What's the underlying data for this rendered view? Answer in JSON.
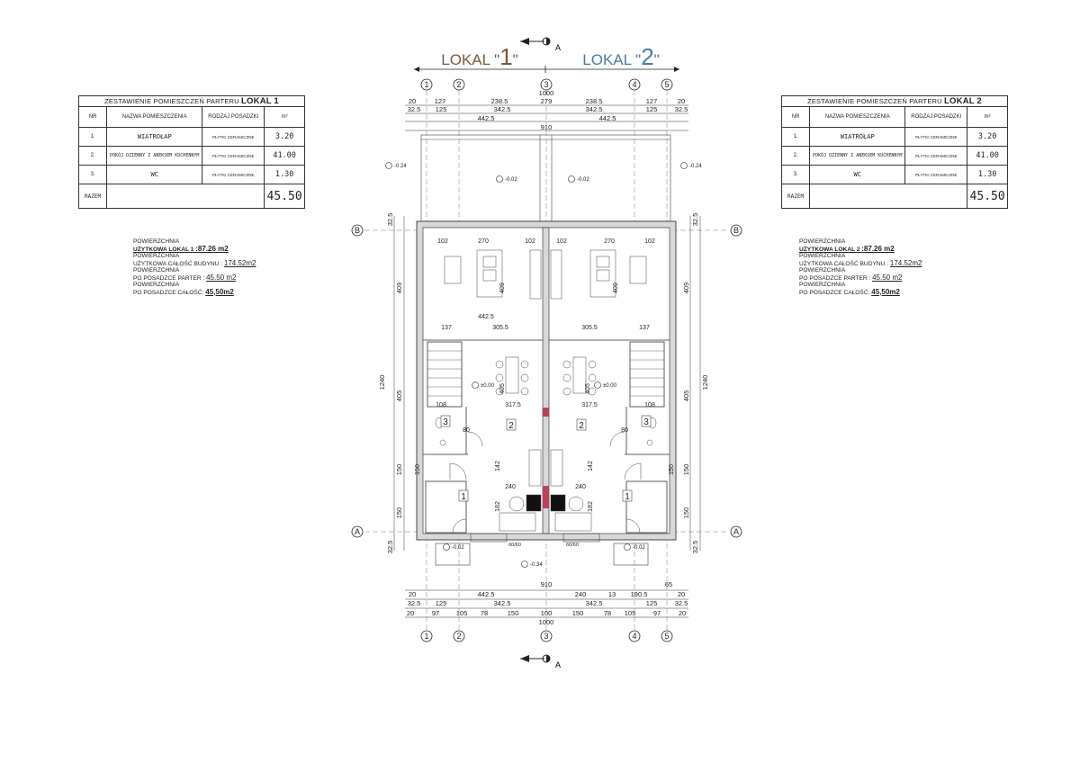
{
  "lokal_titles": {
    "l1_prefix": "LOKAL \"",
    "l1_num": "1",
    "l1_suffix": "\"",
    "l2_prefix": "LOKAL \"",
    "l2_num": "2",
    "l2_suffix": "\"",
    "section_mark": "A"
  },
  "tables": [
    {
      "title_prefix": "ZESTAWIENIE POMIESZCZEŃ PARTERU ",
      "title_bold": "LOKAL 1",
      "headers": [
        "NR",
        "NAZWA POMIESZCZENIA",
        "RODZAJ POSADZKI",
        "m²"
      ],
      "rows": [
        {
          "nr": "1.",
          "name": "WIATROŁAP",
          "floor": "PŁYTKI CERAMICZNE",
          "area": "3.20"
        },
        {
          "nr": "2.",
          "name": "POKÓJ DZIENNY Z ANEKSEM KUCHENNYM",
          "floor": "PŁYTKI CERAMICZNE",
          "area": "41.00"
        },
        {
          "nr": "3.",
          "name": "WC",
          "floor": "PŁYTKI CERAMICZNE",
          "area": "1.30"
        }
      ],
      "total_label": "RAZEM",
      "total": "45.50"
    },
    {
      "title_prefix": "ZESTAWIENIE POMIESZCZEŃ PARTERU ",
      "title_bold": "LOKAL 2",
      "headers": [
        "NR",
        "NAZWA POMIESZCZENIA",
        "RODZAJ POSADZKI",
        "m²"
      ],
      "rows": [
        {
          "nr": "1.",
          "name": "WIATROŁAP",
          "floor": "PŁYTKI CERAMICZNE",
          "area": "3.20"
        },
        {
          "nr": "2.",
          "name": "POKÓJ DZIENNY Z ANEKSEM KUCHENNYM",
          "floor": "PŁYTKI CERAMICZNE",
          "area": "41.00"
        },
        {
          "nr": "3.",
          "name": "WC",
          "floor": "PŁYTKI CERAMICZNE",
          "area": "1.30"
        }
      ],
      "total_label": "RAZEM",
      "total": "45.50"
    }
  ],
  "areas": [
    {
      "l1": "POWIERZCHNIA",
      "l2_label": "UŻYTKOWA LOKAL 1 ",
      "l2_value": ":87.26 m2",
      "l3": "POWIERZCHNIA",
      "l4_label": "UŻYTKOWA CAŁOŚĆ BUDYNU : ",
      "l4_value": "174.52m2",
      "l5": "POWIERZCHNIA",
      "l6_label": "PO POSADZCE PARTER : ",
      "l6_value": "45.50 m2",
      "l7": "POWIERZCHNIA",
      "l8_label": "PO POSADZCE CAŁOŚĆ: ",
      "l8_value": "45,50m2"
    },
    {
      "l1": "POWIERZCHNIA",
      "l2_label": "UŻYTKOWA LOKAL 2 ",
      "l2_value": ":87.26 m2",
      "l3": "POWIERZCHNIA",
      "l4_label": "UŻYTKOWA CAŁOŚĆ BUDYNU : ",
      "l4_value": "174.52m2",
      "l5": "POWIERZCHNIA",
      "l6_label": "PO POSADZCE PARTER : ",
      "l6_value": "45.50 m2",
      "l7": "POWIERZCHNIA",
      "l8_label": "PO POSADZCE  CAŁOŚĆ: ",
      "l8_value": "45,50m2"
    }
  ],
  "axes": {
    "vertical": [
      "1",
      "2",
      "3",
      "4",
      "5"
    ],
    "horizontal": [
      "A",
      "B"
    ]
  },
  "dims": {
    "top_r1": [
      "20",
      "127",
      "238.5",
      "279",
      "238.5",
      "127",
      "20"
    ],
    "top_r2": [
      "32.5",
      "125",
      "342.5",
      "",
      "342.5",
      "125",
      "32.5"
    ],
    "top_total": "1000",
    "top_inner": [
      "442.5",
      "910",
      "442.5"
    ],
    "bot_r1": [
      "20",
      "442.5",
      "910",
      "240",
      "13",
      "190.5",
      "65",
      "20"
    ],
    "bot_r2": [
      "32.5",
      "125",
      "342.5",
      "342.5",
      "125",
      "32.5"
    ],
    "bot_r3": [
      "20",
      "97",
      "105",
      "78",
      "150",
      "100",
      "150",
      "78",
      "105",
      "97",
      "20"
    ],
    "bot_total": "1000",
    "left_col": [
      "32.5",
      "409",
      "405",
      "150",
      "150",
      "32.5"
    ],
    "left_total": "1240",
    "right_col": [
      "32.5",
      "409",
      "405",
      "150",
      "150",
      "32.5"
    ],
    "right_total": "1240"
  },
  "interior": {
    "w1": "102",
    "w2": "270",
    "w3": "102",
    "w4": "102",
    "w5": "270",
    "w6": "102",
    "a1": "137",
    "a2": "442.5",
    "a3": "305.5",
    "a4": "305.5",
    "a5": "137",
    "h1": "409",
    "h2": "409",
    "h3": "405",
    "h4": "405",
    "k1": "317.5",
    "k2": "317.5",
    "k3": "108",
    "k4": "108",
    "k5": "142",
    "k6": "142",
    "k7": "240",
    "k8": "240",
    "k9": "182",
    "k10": "182",
    "k11": "80",
    "k12": "80",
    "s1": "150",
    "s2": "150",
    "s3": "60/60",
    "s4": "60/60"
  },
  "rooms": {
    "l1_r1": "1",
    "l1_r2": "2",
    "l1_r3": "3",
    "l2_r1": "1",
    "l2_r2": "2",
    "l2_r3": "3"
  },
  "levels": {
    "terrace_l": "-0.02",
    "terrace_r": "-0.02",
    "out_l": "-0.24",
    "out_r": "-0.24",
    "floor_l": "±0.00",
    "floor_r": "±0.00",
    "entry_l": "-0.02",
    "entry_r": "-0.02",
    "front": "-0.34"
  },
  "colors": {
    "lokal1": "#7a5a3c",
    "lokal2": "#4a7ba3",
    "wall": "#333333",
    "line": "#444444",
    "annotation": "#c0405a"
  }
}
